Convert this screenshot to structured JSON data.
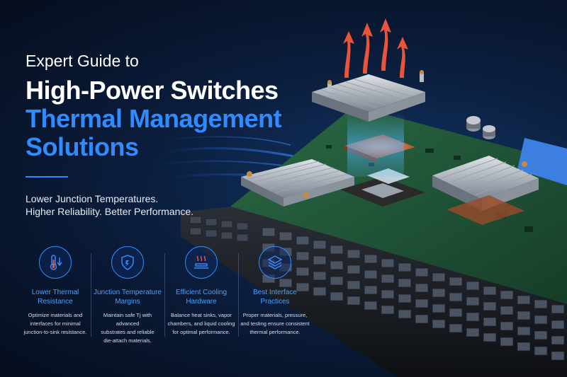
{
  "header": {
    "eyebrow": "Expert Guide to",
    "title_line1": "High-Power Switches",
    "title_line2": "Thermal Management",
    "title_line3": "Solutions",
    "tagline_line1": "Lower Junction Temperatures.",
    "tagline_line2": "Higher Reliability. Better Performance."
  },
  "features": [
    {
      "icon": "thermometer-icon",
      "title_line1": "Lower Thermal",
      "title_line2": "Resistance",
      "desc_line1": "Optimize materials and",
      "desc_line2": "interfaces for minimal",
      "desc_line3": "junction-to-sink resistance."
    },
    {
      "icon": "shield-icon",
      "title_line1": "Junction Temperature",
      "title_line2": "Margins",
      "desc_line1": "Maintain safe Tj with advanced",
      "desc_line2": "substrates and reliable",
      "desc_line3": "die-attach materials."
    },
    {
      "icon": "cooling-hardware-icon",
      "title_line1": "Efficient Cooling",
      "title_line2": "Hardware",
      "desc_line1": "Balance heat sinks, vapor",
      "desc_line2": "chambers, and liquid cooling",
      "desc_line3": "for optimal performance."
    },
    {
      "icon": "layers-icon",
      "title_line1": "Best Interface",
      "title_line2": "Practices",
      "desc_line1": "Proper materials, pressure,",
      "desc_line2": "and testing ensure consistent",
      "desc_line3": "thermal performance."
    }
  ],
  "colors": {
    "accent": "#2f8bff",
    "background": "#0b1e3d",
    "heat_arrow": "#e8553a",
    "pcb": "#1f5a3a"
  }
}
